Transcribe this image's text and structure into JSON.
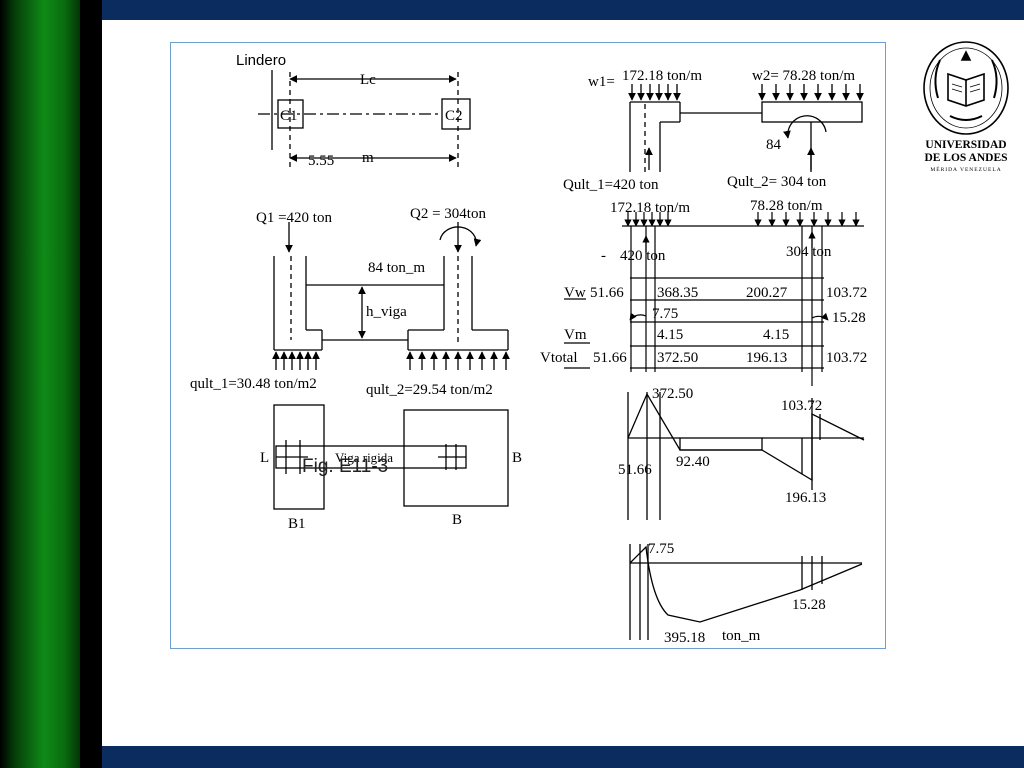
{
  "slide": {
    "accent_colors": {
      "top_bar": "#0b2c5e",
      "side_green": "#0f8a17",
      "frame_border": "#6e9fd0"
    },
    "logo": {
      "line1": "UNIVERSIDAD",
      "line2": "DE LOS ANDES",
      "line3": "MÉRIDA VENEZUELA"
    }
  },
  "plan": {
    "lindero": "Lindero",
    "lc": "Lc",
    "c1": "C1",
    "c2": "C2",
    "dim_value": "5.55",
    "dim_unit": "m"
  },
  "section": {
    "q1": "Q1 =420 ton",
    "q2": "Q2 = 304ton",
    "moment": "84 ton_m",
    "h_viga": "h_viga",
    "qult1": "qult_1=30.48 ton/m2",
    "qult2": "qult_2=29.54 ton/m2"
  },
  "footing_plan": {
    "l": "L",
    "viga": "Viga rigida",
    "fig": "Fig. E11-3",
    "b_right": "B",
    "b1": "B1",
    "b_bottom": "B"
  },
  "load_model": {
    "w1": "w1=",
    "w1_val": "172.18 ton/m",
    "w2": "w2= 78.28 ton/m",
    "m84": "84",
    "qult1": "Qult_1=420 ton",
    "qult2": "Qult_2= 304 ton"
  },
  "beam_table": {
    "w1": "172.18 ton/m",
    "w2": "78.28 ton/m",
    "dash": "-",
    "p1": "420 ton",
    "p2": "304 ton",
    "vw_label": "Vw",
    "vw_vals": [
      "51.66",
      "368.35",
      "200.27",
      "103.72"
    ],
    "m1": "7.75",
    "m2": "15.28",
    "vm_label": "Vm",
    "vm_vals": [
      "4.15",
      "4.15"
    ],
    "vtotal_label": "Vtotal",
    "vtotal_vals": [
      "51.66",
      "372.50",
      "196.13",
      "103.72"
    ]
  },
  "shear_diagram": {
    "v1": "372.50",
    "v2": "103.72",
    "v3": "51.66",
    "v4": "92.40",
    "v5": "196.13"
  },
  "moment_diagram": {
    "m1": "7.75",
    "m2": "15.28",
    "m3": "395.18",
    "unit": "ton_m"
  }
}
